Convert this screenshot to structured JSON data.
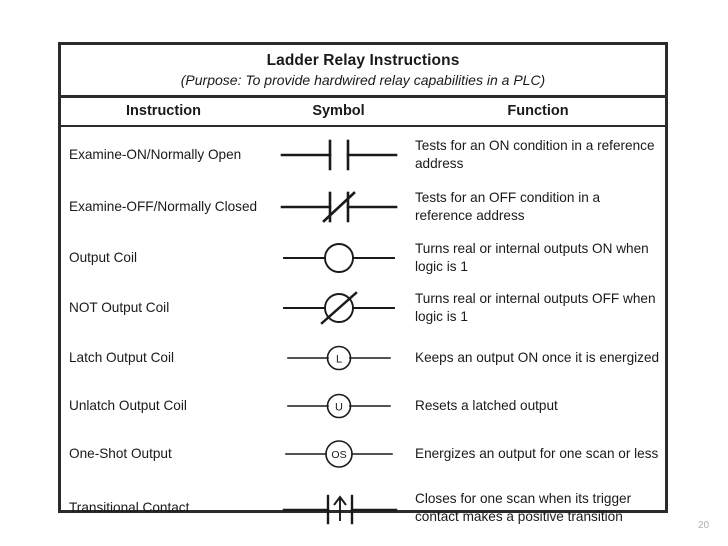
{
  "slide": {
    "page_number": "20",
    "background_color": "#ffffff",
    "ink_color": "#1a1a1a"
  },
  "table": {
    "title": "Ladder Relay Instructions",
    "subtitle": "(Purpose: To provide hardwired relay capabilities in a PLC)",
    "columns": [
      {
        "label": "Instruction"
      },
      {
        "label": "Symbol"
      },
      {
        "label": "Function"
      }
    ],
    "rows": [
      {
        "instruction": "Examine-ON/Normally Open",
        "symbol_name": "normally-open-contact-symbol",
        "function": "Tests for an ON condition in a reference address"
      },
      {
        "instruction": "Examine-OFF/Normally Closed",
        "symbol_name": "normally-closed-contact-symbol",
        "function": "Tests for an OFF condition in a reference address"
      },
      {
        "instruction": "Output Coil",
        "symbol_name": "output-coil-symbol",
        "function": "Turns real or internal outputs ON when logic is 1"
      },
      {
        "instruction": "NOT Output Coil",
        "symbol_name": "not-output-coil-symbol",
        "function": "Turns real or internal outputs OFF when logic is 1"
      },
      {
        "instruction": "Latch Output Coil",
        "symbol_name": "latch-output-coil-symbol",
        "symbol_letter": "L",
        "function": "Keeps an output ON once it is energized"
      },
      {
        "instruction": "Unlatch Output Coil",
        "symbol_name": "unlatch-output-coil-symbol",
        "symbol_letter": "U",
        "function": "Resets a latched output"
      },
      {
        "instruction": "One-Shot Output",
        "symbol_name": "one-shot-output-symbol",
        "symbol_letter": "OS",
        "function": "Energizes an output for one scan or less"
      },
      {
        "instruction": "Transitional Contact",
        "symbol_name": "transitional-contact-symbol",
        "symbol_letter": "↑",
        "function": "Closes for one scan when its trigger contact makes a positive transition"
      }
    ]
  }
}
